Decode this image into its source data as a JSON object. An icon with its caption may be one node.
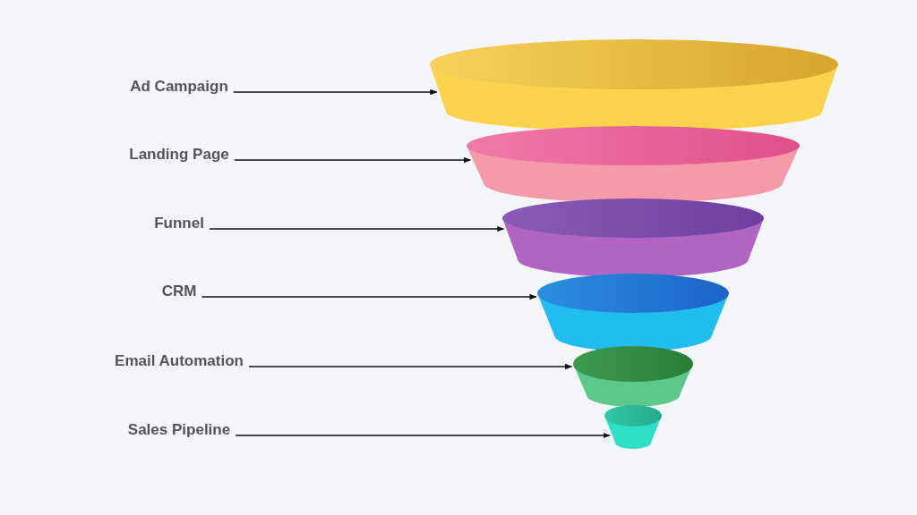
{
  "diagram": {
    "nodes": [
      {
        "text": [
          "Ad Campaign"
        ]
      },
      {
        "text": [
          "Landing Page"
        ]
      },
      {
        "text": [
          "Funnel"
        ]
      },
      {
        "text": [
          "CRM"
        ]
      },
      {
        "text": [
          "Email Automation"
        ]
      },
      {
        "text": [
          "Sales Pipeline"
        ]
      },
      {
        "text": [],
        "shape": "band"
      },
      {
        "text": [],
        "shape": "band"
      },
      {
        "text": [],
        "shape": "band"
      },
      {
        "text": [],
        "shape": "band"
      },
      {
        "text": [],
        "shape": "band"
      },
      {
        "text": [],
        "shape": "band"
      }
    ],
    "edges": [
      {
        "from": 0,
        "to": 6,
        "arrow": "to"
      },
      {
        "from": 1,
        "to": 7,
        "arrow": "to"
      },
      {
        "from": 2,
        "to": 8,
        "arrow": "to"
      },
      {
        "from": 3,
        "to": 9,
        "arrow": "to"
      },
      {
        "from": 4,
        "to": 10,
        "arrow": "to"
      },
      {
        "from": 5,
        "to": 11,
        "arrow": "to"
      }
    ]
  }
}
